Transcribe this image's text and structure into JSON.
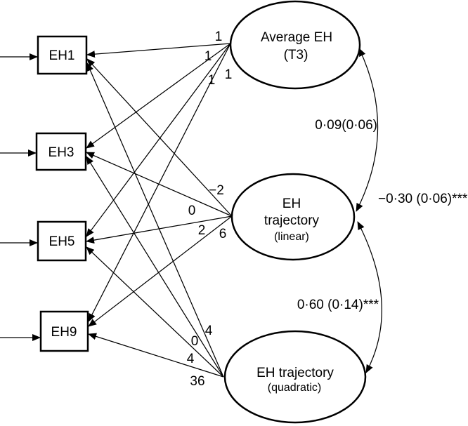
{
  "observed_boxes": [
    {
      "label": "EH1"
    },
    {
      "label": "EH3"
    },
    {
      "label": "EH5"
    },
    {
      "label": "EH9"
    }
  ],
  "latent_ellipses": [
    {
      "name": "average",
      "lines": [
        "Average EH",
        "(T3)"
      ]
    },
    {
      "name": "linear",
      "lines": [
        "EH",
        "trajectory",
        "(linear)"
      ]
    },
    {
      "name": "quadratic",
      "lines": [
        "EH trajectory",
        "(quadratic)"
      ]
    }
  ],
  "loadings": {
    "average": [
      "1",
      "1",
      "1",
      "1"
    ],
    "linear": [
      "−2",
      "0",
      "2",
      "6"
    ],
    "quadratic": [
      "4",
      "0",
      "4",
      "36"
    ]
  },
  "covariance_labels": [
    {
      "position": "top-right",
      "label": "0·09(0·06)"
    },
    {
      "position": "middle-right",
      "label": "−0·30 (0·06)***"
    },
    {
      "position": "bottom-right",
      "label": "0·60 (0·14)***"
    }
  ],
  "colors": {
    "ink": "#000000",
    "background": "#ffffff"
  }
}
